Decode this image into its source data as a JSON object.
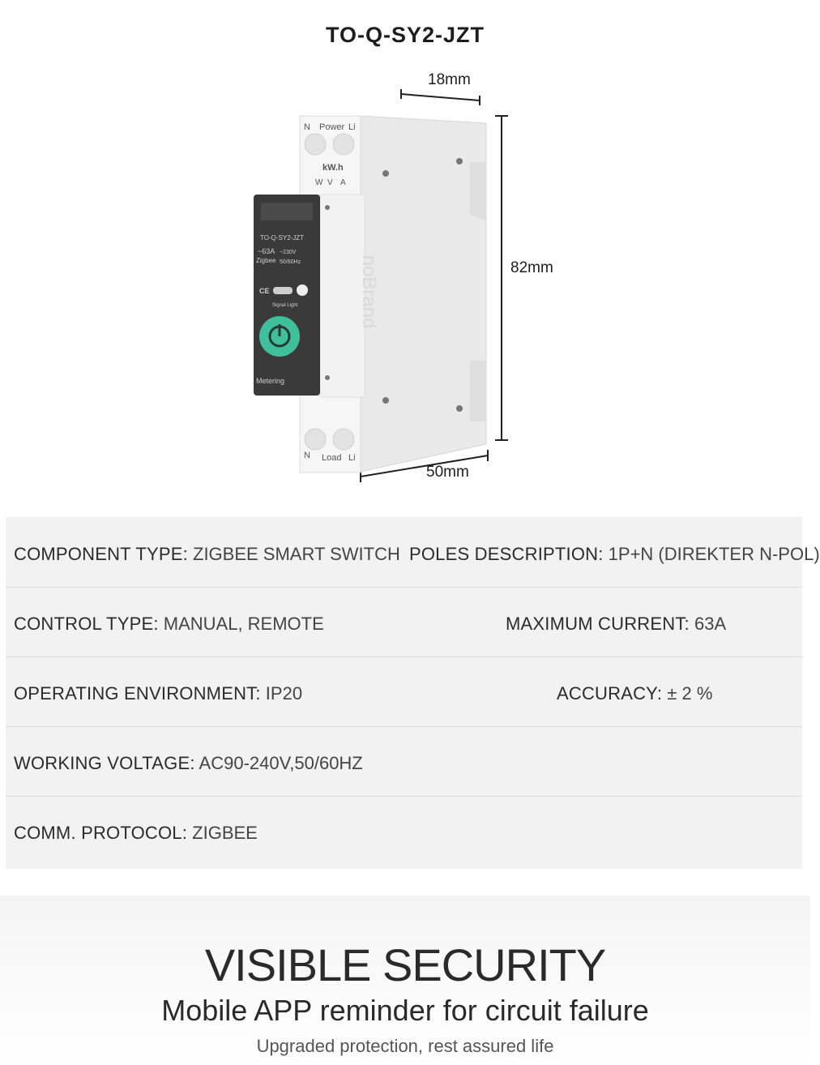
{
  "header": {
    "model": "TO-Q-SY2-JZT"
  },
  "dimensions": {
    "width": "18mm",
    "height": "82mm",
    "depth": "50mm"
  },
  "device": {
    "top_label_n": "N",
    "top_label_power": "Power",
    "top_label_l": "Li",
    "meter_label": "kW.h",
    "meter_units": [
      "W",
      "V",
      "A"
    ],
    "panel_model": "TO-Q-SY2-JZT",
    "current": "~63A",
    "voltage": "~230V",
    "protocol": "Zigbee",
    "frequency": "50/60Hz",
    "signal_label": "Signal Light",
    "metering_label": "Metering",
    "bottom_label_n": "N",
    "bottom_label_load": "Load",
    "bottom_label_l": "Li",
    "brand_text": "noBrand",
    "colors": {
      "button": "#3fbf9a",
      "panel": "#3a3a3a",
      "body": "#f4f4f4"
    }
  },
  "specs": [
    [
      {
        "key": "COMPONENT TYPE:",
        "value": " ZIGBEE SMART SWITCH"
      },
      {
        "key": "POLES DESCRIPTION:",
        "value": " 1P+N (DIREKTER N-POL)"
      }
    ],
    [
      {
        "key": "CONTROL TYPE:",
        "value": " MANUAL, REMOTE"
      },
      {
        "key": "MAXIMUM CURRENT:",
        "value": " 63A"
      }
    ],
    [
      {
        "key": "OPERATING ENVIRONMENT:",
        "value": " IP20"
      },
      {
        "key": "ACCURACY:",
        "value": " ± 2 %"
      }
    ],
    [
      {
        "key": "WORKING VOLTAGE:",
        "value": " AC90-240V,50/60HZ"
      }
    ],
    [
      {
        "key": "COMM. PROTOCOL:",
        "value": " ZIGBEE"
      }
    ]
  ],
  "banner": {
    "headline": "VISIBLE SECURITY",
    "subhead": "Mobile APP reminder for circuit failure",
    "tagline": "Upgraded protection, rest assured life"
  }
}
